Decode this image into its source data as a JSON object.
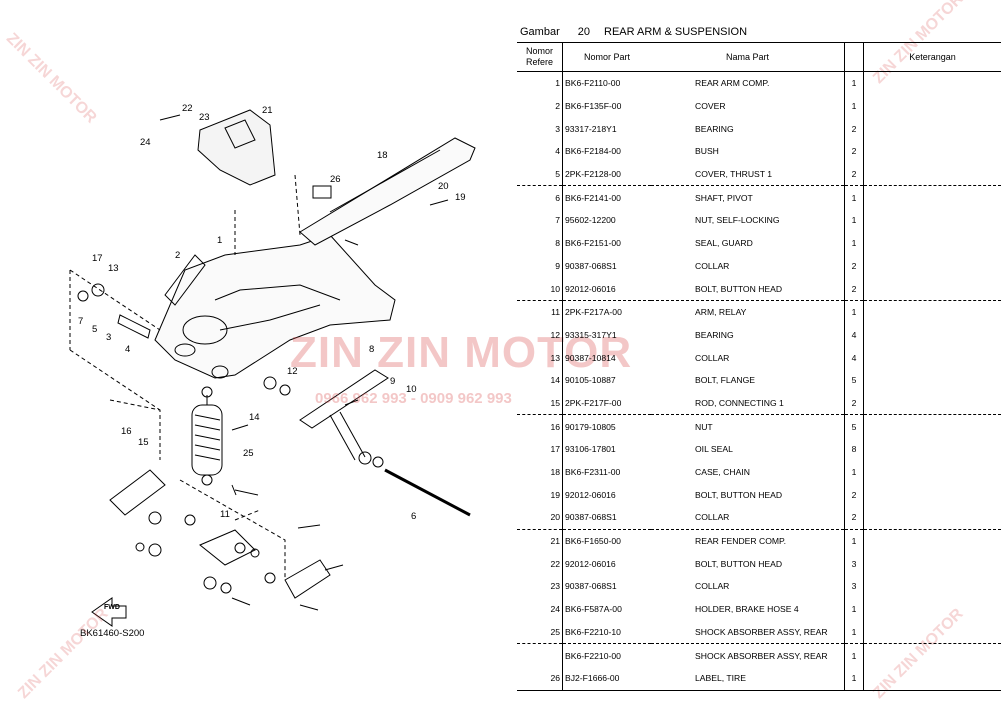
{
  "header": {
    "gambar_label": "Gambar",
    "gambar_number": "20",
    "title": "REAR ARM & SUSPENSION"
  },
  "columns": {
    "ref": [
      "Nomor",
      "Refere"
    ],
    "part_number": "Nomor Part",
    "part_name": "Nama Part",
    "notes": "Keterangan"
  },
  "rows": [
    {
      "ref": "1",
      "part_number": "BK6-F2110-00",
      "name": "REAR ARM COMP.",
      "qty": "1"
    },
    {
      "ref": "2",
      "part_number": "BK6-F135F-00",
      "name": "COVER",
      "qty": "1"
    },
    {
      "ref": "3",
      "part_number": "93317-218Y1",
      "name": "BEARING",
      "qty": "2"
    },
    {
      "ref": "4",
      "part_number": "BK6-F2184-00",
      "name": "BUSH",
      "qty": "2"
    },
    {
      "ref": "5",
      "part_number": "2PK-F2128-00",
      "name": "COVER, THRUST 1",
      "qty": "2"
    },
    {
      "ref": "6",
      "part_number": "BK6-F2141-00",
      "name": "SHAFT, PIVOT",
      "qty": "1"
    },
    {
      "ref": "7",
      "part_number": "95602-12200",
      "name": "NUT, SELF-LOCKING",
      "qty": "1"
    },
    {
      "ref": "8",
      "part_number": "BK6-F2151-00",
      "name": "SEAL, GUARD",
      "qty": "1"
    },
    {
      "ref": "9",
      "part_number": "90387-068S1",
      "name": "COLLAR",
      "qty": "2"
    },
    {
      "ref": "10",
      "part_number": "92012-06016",
      "name": "BOLT, BUTTON HEAD",
      "qty": "2"
    },
    {
      "ref": "11",
      "part_number": "2PK-F217A-00",
      "name": "ARM, RELAY",
      "qty": "1"
    },
    {
      "ref": "12",
      "part_number": "93315-317Y1",
      "name": "BEARING",
      "qty": "4"
    },
    {
      "ref": "13",
      "part_number": "90387-10814",
      "name": "COLLAR",
      "qty": "4"
    },
    {
      "ref": "14",
      "part_number": "90105-10887",
      "name": "BOLT, FLANGE",
      "qty": "5"
    },
    {
      "ref": "15",
      "part_number": "2PK-F217F-00",
      "name": "ROD, CONNECTING 1",
      "qty": "2"
    },
    {
      "ref": "16",
      "part_number": "90179-10805",
      "name": "NUT",
      "qty": "5"
    },
    {
      "ref": "17",
      "part_number": "93106-17801",
      "name": "OIL SEAL",
      "qty": "8"
    },
    {
      "ref": "18",
      "part_number": "BK6-F2311-00",
      "name": "CASE, CHAIN",
      "qty": "1"
    },
    {
      "ref": "19",
      "part_number": "92012-06016",
      "name": "BOLT, BUTTON HEAD",
      "qty": "2"
    },
    {
      "ref": "20",
      "part_number": "90387-068S1",
      "name": "COLLAR",
      "qty": "2"
    },
    {
      "ref": "21",
      "part_number": "BK6-F1650-00",
      "name": "REAR FENDER COMP.",
      "qty": "1"
    },
    {
      "ref": "22",
      "part_number": "92012-06016",
      "name": "BOLT, BUTTON HEAD",
      "qty": "3"
    },
    {
      "ref": "23",
      "part_number": "90387-068S1",
      "name": "COLLAR",
      "qty": "3"
    },
    {
      "ref": "24",
      "part_number": "BK6-F587A-00",
      "name": "HOLDER, BRAKE HOSE 4",
      "qty": "1"
    },
    {
      "ref": "25",
      "part_number": "BK6-F2210-10",
      "name": "SHOCK ABSORBER ASSY, REAR",
      "qty": "1"
    },
    {
      "ref": "",
      "part_number": "BK6-F2210-00",
      "name": "SHOCK ABSORBER ASSY, REAR",
      "qty": "1"
    },
    {
      "ref": "26",
      "part_number": "BJ2-F1666-00",
      "name": "LABEL, TIRE",
      "qty": "1"
    }
  ],
  "diagram": {
    "code": "BK61460-S200",
    "fwd_label": "FWD",
    "callouts": [
      "1",
      "2",
      "3",
      "4",
      "5",
      "6",
      "7",
      "8",
      "9",
      "10",
      "11",
      "12",
      "13",
      "14",
      "15",
      "16",
      "17",
      "18",
      "19",
      "20",
      "21",
      "22",
      "23",
      "24",
      "25",
      "26"
    ]
  },
  "watermark": {
    "brand": "ZIN ZIN MOTOR",
    "phone": "0966 962 993 - 0909 962 993",
    "color": "#d74646"
  }
}
